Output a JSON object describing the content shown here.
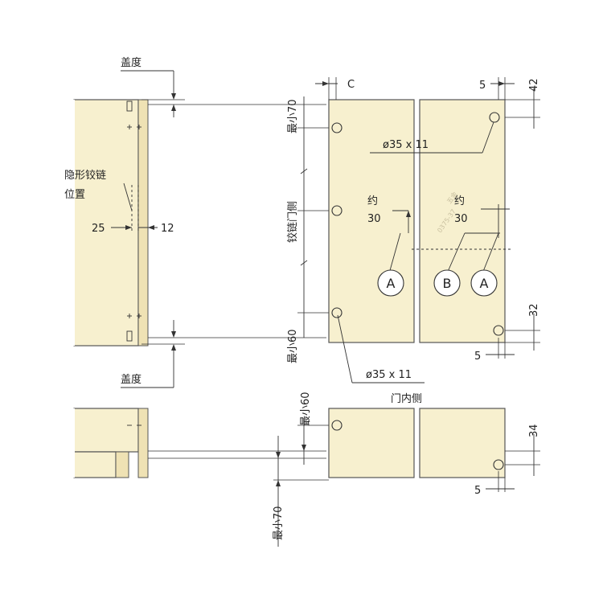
{
  "colors": {
    "panel": "#f7f0cf",
    "outline": "#555555",
    "background": "#ffffff"
  },
  "labels": {
    "overlay_top": "盖度",
    "overlay_bottom": "盖度",
    "concealed_hinge_position_line1": "隐形铰链",
    "concealed_hinge_position_line2": "位置",
    "dim_25": "25",
    "dim_12": "12",
    "dim_c": "C",
    "min70_top": "最小70",
    "hinge_door_side": "铰链门侧",
    "min60_left": "最小60",
    "min60_lower": "最小60",
    "bore_top": "ø35 x 11",
    "bore_bottom": "ø35 x 11",
    "approx_left_1": "约",
    "approx_left_2": "30",
    "approx_right_1": "约",
    "approx_right_2": "30",
    "callout_a1": "A",
    "callout_b": "B",
    "callout_a2": "A",
    "dim_5_top": "5",
    "dim_42": "42",
    "dim_32": "32",
    "dim_5_mid": "5",
    "door_inner_side": "门内侧",
    "dim_34": "34",
    "dim_5_bottom": "5",
    "min70_bottom": "最小70",
    "watermark_1": "五金",
    "watermark_2": "0375-37"
  }
}
